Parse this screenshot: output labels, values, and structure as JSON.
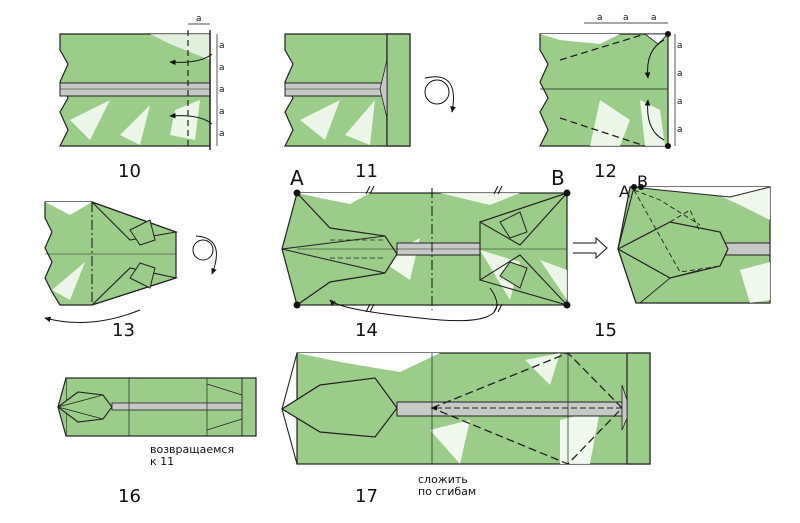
{
  "steps": [
    "10",
    "11",
    "12",
    "13",
    "14",
    "15",
    "16",
    "17"
  ],
  "points": {
    "a": "A",
    "b": "B"
  },
  "dimension_label": "a",
  "notes": {
    "step16": "возвращаемся\nк 11",
    "step17": "сложить\nпо сгибам"
  },
  "colors": {
    "paper": "#9ccc8a",
    "paper_back": "#ffffff",
    "hidden_fold": "#c7c9c6",
    "outline": "#222222"
  },
  "icons": [
    "turn-over-arrow-icon",
    "fold-arrow-icon",
    "open-arrow-icon"
  ]
}
